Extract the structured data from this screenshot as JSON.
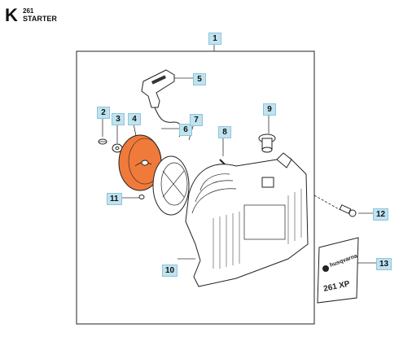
{
  "header": {
    "section_letter": "K",
    "model": "261",
    "title": "STARTER"
  },
  "callouts": [
    {
      "id": "1",
      "label": "1"
    },
    {
      "id": "2",
      "label": "2"
    },
    {
      "id": "3",
      "label": "3"
    },
    {
      "id": "4",
      "label": "4"
    },
    {
      "id": "5",
      "label": "5"
    },
    {
      "id": "6",
      "label": "6"
    },
    {
      "id": "7",
      "label": "7"
    },
    {
      "id": "8",
      "label": "8"
    },
    {
      "id": "9",
      "label": "9"
    },
    {
      "id": "10",
      "label": "10"
    },
    {
      "id": "11",
      "label": "11"
    },
    {
      "id": "12",
      "label": "12"
    },
    {
      "id": "13",
      "label": "13"
    }
  ],
  "decal_text": [
    "husqvarna",
    "261 XP"
  ],
  "colors": {
    "pulley_orange": "#f07a3a",
    "callout_bg": "#bfe3f0",
    "line": "#222222"
  }
}
